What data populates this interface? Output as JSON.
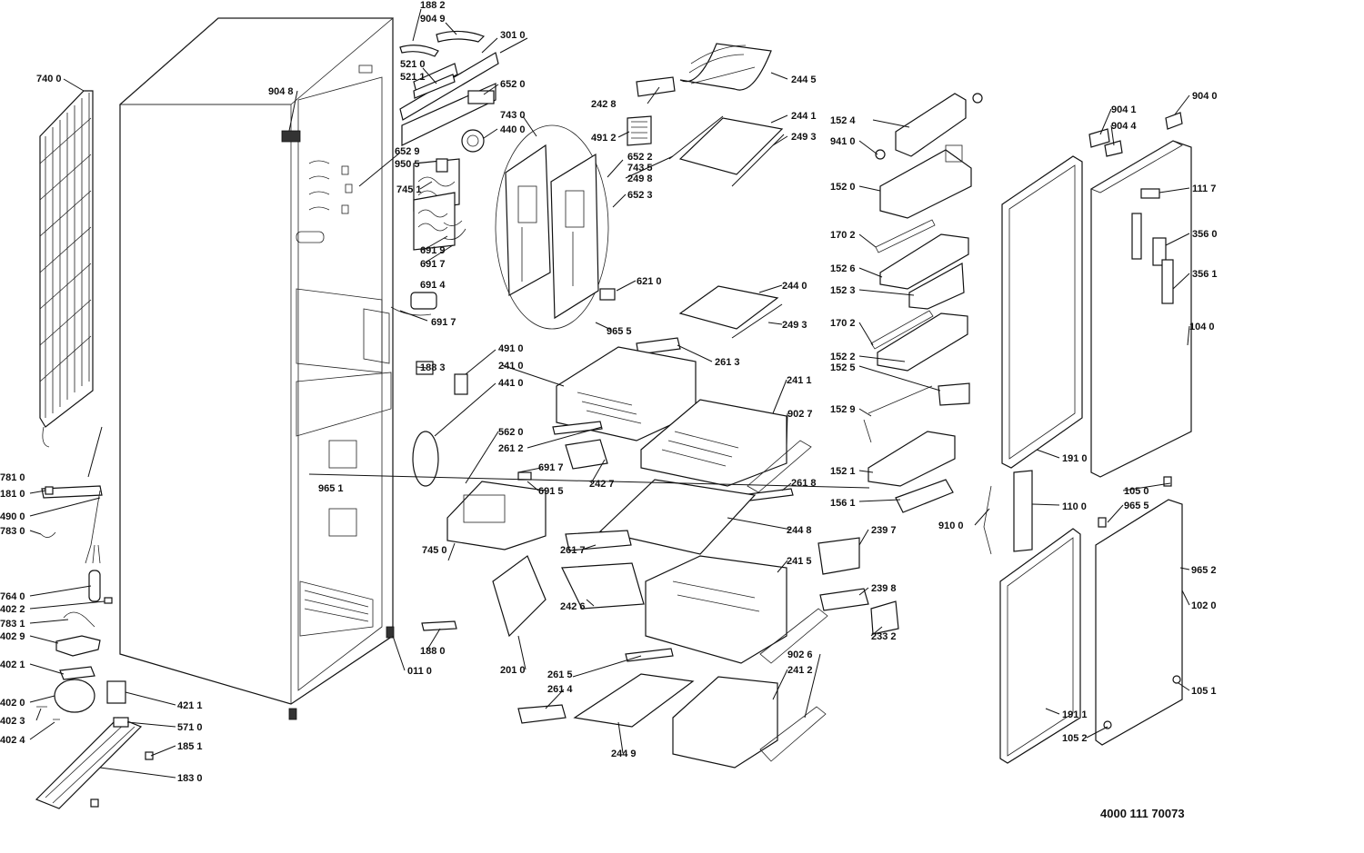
{
  "document_id": "4000 111 70073",
  "labels": {
    "l1882": "188 2",
    "l9049": "904 9",
    "l3010": "301 0",
    "l5210": "521 0",
    "l5211": "521 1",
    "l6520": "652 0",
    "l7400": "740 0",
    "l9048": "904 8",
    "l4400": "440 0",
    "l7430": "743 0",
    "l2428": "242 8",
    "l2445": "244 5",
    "l2441": "244 1",
    "l2493a": "249 3",
    "l4912": "491 2",
    "l6522": "652 2",
    "l7435": "743 5",
    "l2498": "249 8",
    "l6523": "652 3",
    "l6529": "652 9",
    "l9505": "950 5",
    "l7451": "745 1",
    "l6919": "691 9",
    "l6917a": "691 7",
    "l6914": "691 4",
    "l6917b": "691 7",
    "l6210": "621 0",
    "l2440": "244 0",
    "l2493b": "249 3",
    "l9655a": "965 5",
    "l1524": "152 4",
    "l9410": "941 0",
    "l1520": "152 0",
    "l1702a": "170 2",
    "l1526": "152 6",
    "l1523": "152 3",
    "l1702b": "170 2",
    "l1522": "152 2",
    "l1525": "152 5",
    "l1529": "152 9",
    "l1521": "152 1",
    "l1561": "156 1",
    "l9041": "904 1",
    "l9044": "904 4",
    "l9040": "904 0",
    "l1117": "111 7",
    "l3560": "356 0",
    "l3561": "356 1",
    "l1040": "104 0",
    "l1910": "191 0",
    "l1100": "110 0",
    "l9100": "910 0",
    "l1050": "105 0",
    "l9655b": "965 5",
    "l9652": "965 2",
    "l1020": "102 0",
    "l1051": "105 1",
    "l1911": "191 1",
    "l1052": "105 2",
    "l4910": "491 0",
    "l2410": "241 0",
    "l2613": "261 3",
    "l1883": "188 3",
    "l4410": "441 0",
    "l2411": "241 1",
    "l9027": "902 7",
    "l5620": "562 0",
    "l2612": "261 2",
    "l6917c": "691 7",
    "l2427": "242 7",
    "l6915": "691 5",
    "l2618": "261 8",
    "l9651": "965 1",
    "l2448": "244 8",
    "l7450": "745 0",
    "l2617": "261 7",
    "l2397": "239 7",
    "l2415": "241 5",
    "l2426": "242 6",
    "l2398": "239 8",
    "l2332": "233 2",
    "l1880": "188 0",
    "l0110": "011 0",
    "l2010": "201 0",
    "l2615": "261 5",
    "l9026": "902 6",
    "l2614": "261 4",
    "l2412": "241 2",
    "l2449": "244 9",
    "l7810": "781 0",
    "l1810": "181 0",
    "l4900": "490 0",
    "l7830": "783 0",
    "l7640": "764 0",
    "l4022": "402 2",
    "l7831": "783 1",
    "l4029": "402 9",
    "l4021": "402 1",
    "l4020": "402 0",
    "l4211": "421 1",
    "l4023": "402 3",
    "l5710": "571 0",
    "l4024": "402 4",
    "l1851": "185 1",
    "l1830": "183 0"
  }
}
